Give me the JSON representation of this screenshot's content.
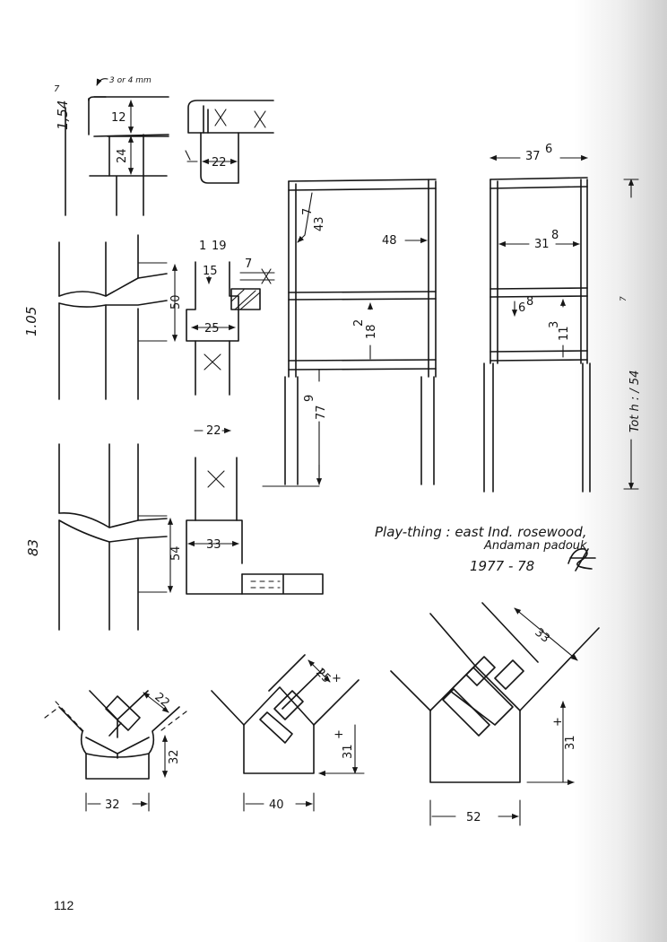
{
  "page_number": "112",
  "caption": {
    "line1": "Play-thing :  east Ind. rosewood,",
    "line2": "Andaman padouk",
    "years": "1977 - 78"
  },
  "rail_detail": {
    "height_label": "1,54",
    "height_sup": "7",
    "note": "3 or 4 mm",
    "dim_top": "12",
    "dim_bottom": "24",
    "dim_width": "22"
  },
  "mid_detail": {
    "height_label": "1.05",
    "dim_top_width": "19",
    "dim_gap": "1",
    "dim_shoulder": "15",
    "dim_height": "50",
    "dim_width": "25",
    "dim_small": "7"
  },
  "low_detail": {
    "height_label": "83",
    "dim_top_width": "22",
    "dim_height": "54",
    "dim_width": "33"
  },
  "front_elevation": {
    "dim_top_gap": "43",
    "dim_top_gap_sup": "7",
    "dim_inner_width": "48",
    "dim_mid_gap": "18",
    "dim_mid_gap_sup": "2",
    "dim_lower": "77",
    "dim_lower_sup": "9"
  },
  "side_elevation": {
    "dim_overall_width": "37",
    "dim_overall_width_sup": "6",
    "dim_inner_width": "31",
    "dim_inner_width_sup": "8",
    "dim_rail": "6",
    "dim_rail_sup": "8",
    "dim_gap": "11",
    "dim_gap_sup": "3",
    "total_height": "Tot h : / 54",
    "total_height_sup": "7"
  },
  "leg_section_small": {
    "dim_angle": "22",
    "dim_height": "32",
    "dim_width": "32"
  },
  "leg_section_medium": {
    "dim_angle": "25",
    "dim_angle_sup": "+",
    "dim_height": "31",
    "dim_height_sup": "+",
    "dim_width": "40"
  },
  "leg_section_large": {
    "dim_angle": "33",
    "dim_height": "31",
    "dim_height_sup": "+",
    "dim_width": "52"
  }
}
